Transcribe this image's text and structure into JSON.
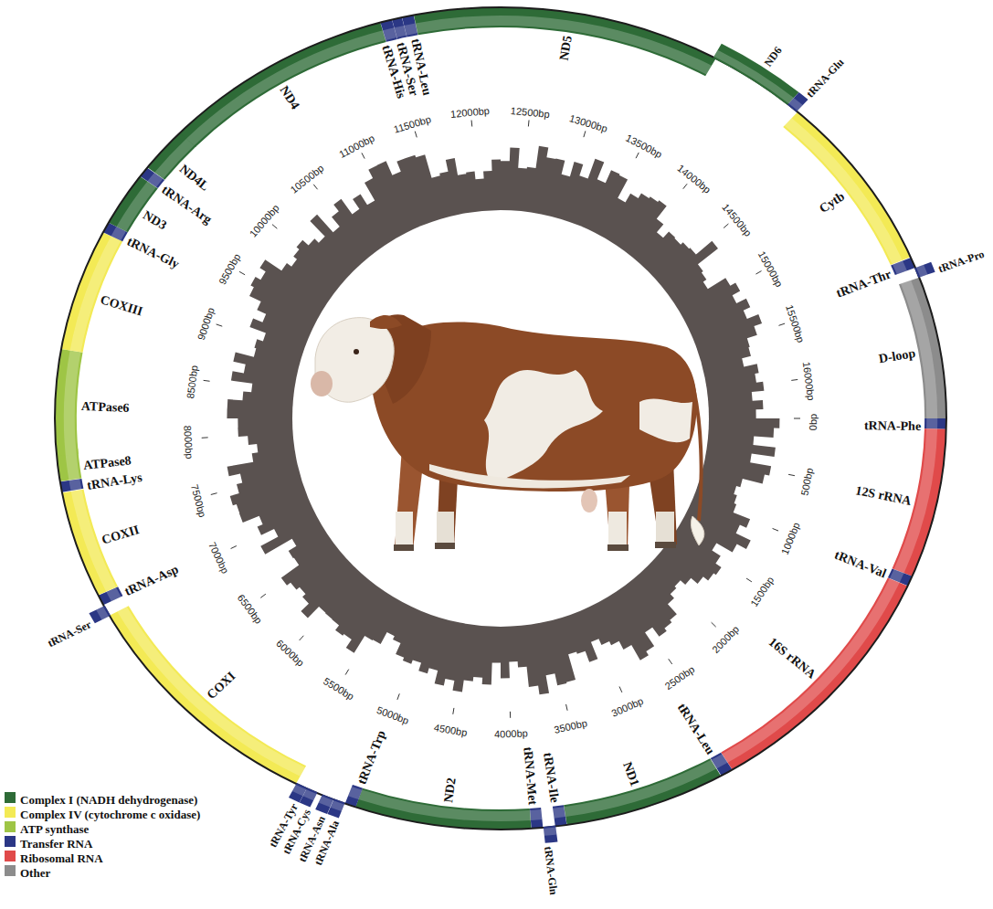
{
  "diagram": {
    "labels": [
      "tRNA-Phe",
      "12S rRNA",
      "tRNA-Val",
      "16S rRNA",
      "tRNA-Leu",
      "ND1",
      "tRNA-Ile",
      "tRNA-Gln",
      "tRNA-Met",
      "ND2",
      "tRNA-Trp",
      "tRNA-Ala",
      "tRNA-Asn",
      "tRNA-Cys",
      "tRNA-Tyr",
      "COXI",
      "tRNA-Ser",
      "tRNA-Asp",
      "COXII",
      "tRNA-Lys",
      "ATPase8",
      "ATPase6",
      "COXIII",
      "tRNA-Gly",
      "ND3",
      "tRNA-Arg",
      "ND4L",
      "ND4",
      "tRNA-His",
      "tRNA-Ser",
      "tRNA-Leu",
      "ND5",
      "ND6",
      "tRNA-Glu",
      "Cytb",
      "tRNA-Thr",
      "tRNA-Pro",
      "D-loop",
      "0bp",
      "500bp",
      "1000bp",
      "1500bp",
      "2000bp",
      "2500bp",
      "3000bp",
      "3500bp",
      "4000bp",
      "4500bp",
      "5000bp",
      "5500bp",
      "6000bp",
      "6500bp",
      "7000bp",
      "7500bp",
      "8000bp",
      "8500bp",
      "9000bp",
      "9500bp",
      "10000bp",
      "10500bp",
      "11000bp",
      "11500bp",
      "12000bp",
      "12500bp",
      "13000bp",
      "13500bp",
      "14000bp",
      "14500bp",
      "15000bp",
      "15500bp",
      "16000bp"
    ],
    "legend": [
      {
        "text": "Complex I (NADH dehydrogenase)",
        "color": "#2e6b37"
      },
      {
        "text": "Complex IV (cytochrome c oxidase)",
        "color": "#f3ea55"
      },
      {
        "text": "ATP synthase",
        "color": "#9ec545"
      },
      {
        "text": "Transfer RNA",
        "color": "#2b3785"
      },
      {
        "text": "Ribosomal RNA",
        "color": "#e04a4a"
      },
      {
        "text": "Other",
        "color": "#8c8c8c"
      }
    ]
  }
}
